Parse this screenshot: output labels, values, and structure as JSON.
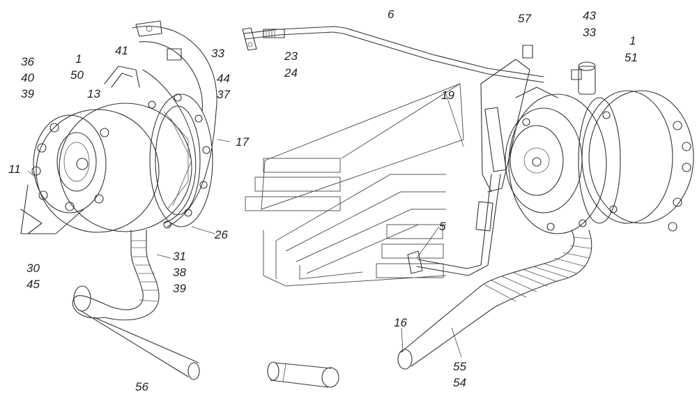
{
  "callouts": {
    "c6": "6",
    "c57": "57",
    "c43": "43",
    "c33r": "33",
    "c1r": "1",
    "c51": "51",
    "c23": "23",
    "c24": "24",
    "c19": "19",
    "c36": "36",
    "c40": "40",
    "c39a": "39",
    "c1l": "1",
    "c50": "50",
    "c41": "41",
    "c33l": "33",
    "c44": "44",
    "c37": "37",
    "c13": "13",
    "c17": "17",
    "c11": "11",
    "c26": "26",
    "c5": "5",
    "c31": "31",
    "c38": "38",
    "c39b": "39",
    "c30": "30",
    "c45": "45",
    "c16": "16",
    "c55": "55",
    "c54": "54",
    "c56": "56"
  }
}
